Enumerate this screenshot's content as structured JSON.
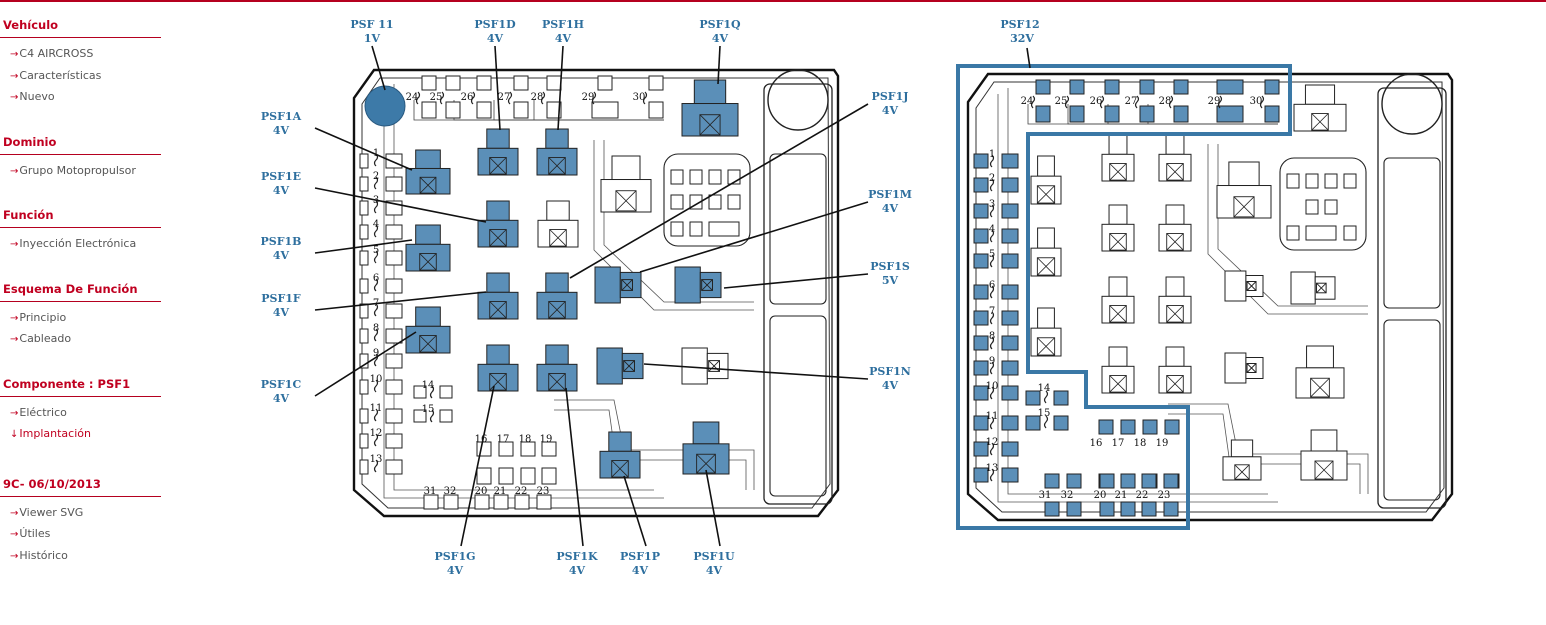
{
  "sidebar": {
    "sections": [
      {
        "title": "Vehículo",
        "items": [
          {
            "label": "C4 AIRCROSS"
          },
          {
            "label": "Características"
          },
          {
            "label": "Nuevo"
          }
        ]
      },
      {
        "title": "Dominio",
        "items": [
          {
            "label": "Grupo Motopropulsor"
          }
        ]
      },
      {
        "title": "Función",
        "items": [
          {
            "label": "Inyección Electrónica"
          }
        ]
      },
      {
        "title": "Esquema De Función",
        "items": [
          {
            "label": "Principio"
          },
          {
            "label": "Cableado"
          }
        ]
      },
      {
        "title": "Componente : PSF1",
        "items": [
          {
            "label": "Eléctrico"
          },
          {
            "label": "Implantación",
            "current": true
          }
        ]
      },
      {
        "title": "9C- 06/10/2013",
        "items": [
          {
            "label": "Viewer SVG"
          },
          {
            "label": "Útiles"
          },
          {
            "label": "Histórico"
          }
        ]
      }
    ]
  },
  "colors": {
    "accent": "#c00020",
    "connector": "#5b8fb8",
    "label": "#2e6f9e"
  },
  "diagram": {
    "left_labels": [
      {
        "name": "PSF 11",
        "volt": "1V"
      },
      {
        "name": "PSF1D",
        "volt": "4V"
      },
      {
        "name": "PSF1H",
        "volt": "4V"
      },
      {
        "name": "PSF1Q",
        "volt": "4V"
      },
      {
        "name": "PSF1A",
        "volt": "4V"
      },
      {
        "name": "PSF1E",
        "volt": "4V"
      },
      {
        "name": "PSF1B",
        "volt": "4V"
      },
      {
        "name": "PSF1F",
        "volt": "4V"
      },
      {
        "name": "PSF1C",
        "volt": "4V"
      },
      {
        "name": "PSF1J",
        "volt": "4V"
      },
      {
        "name": "PSF1M",
        "volt": "4V"
      },
      {
        "name": "PSF1S",
        "volt": "5V"
      },
      {
        "name": "PSF1N",
        "volt": "4V"
      },
      {
        "name": "PSF1G",
        "volt": "4V"
      },
      {
        "name": "PSF1K",
        "volt": "4V"
      },
      {
        "name": "PSF1P",
        "volt": "4V"
      },
      {
        "name": "PSF1U",
        "volt": "4V"
      }
    ],
    "right_label": {
      "name": "PSF12",
      "volt": "32V"
    },
    "fuse_numbers": [
      "1",
      "2",
      "3",
      "4",
      "5",
      "6",
      "7",
      "8",
      "9",
      "10",
      "11",
      "12",
      "13",
      "14",
      "15",
      "16",
      "17",
      "18",
      "19",
      "20",
      "21",
      "22",
      "23",
      "24",
      "25",
      "26",
      "27",
      "28",
      "29",
      "30",
      "31",
      "32"
    ]
  }
}
